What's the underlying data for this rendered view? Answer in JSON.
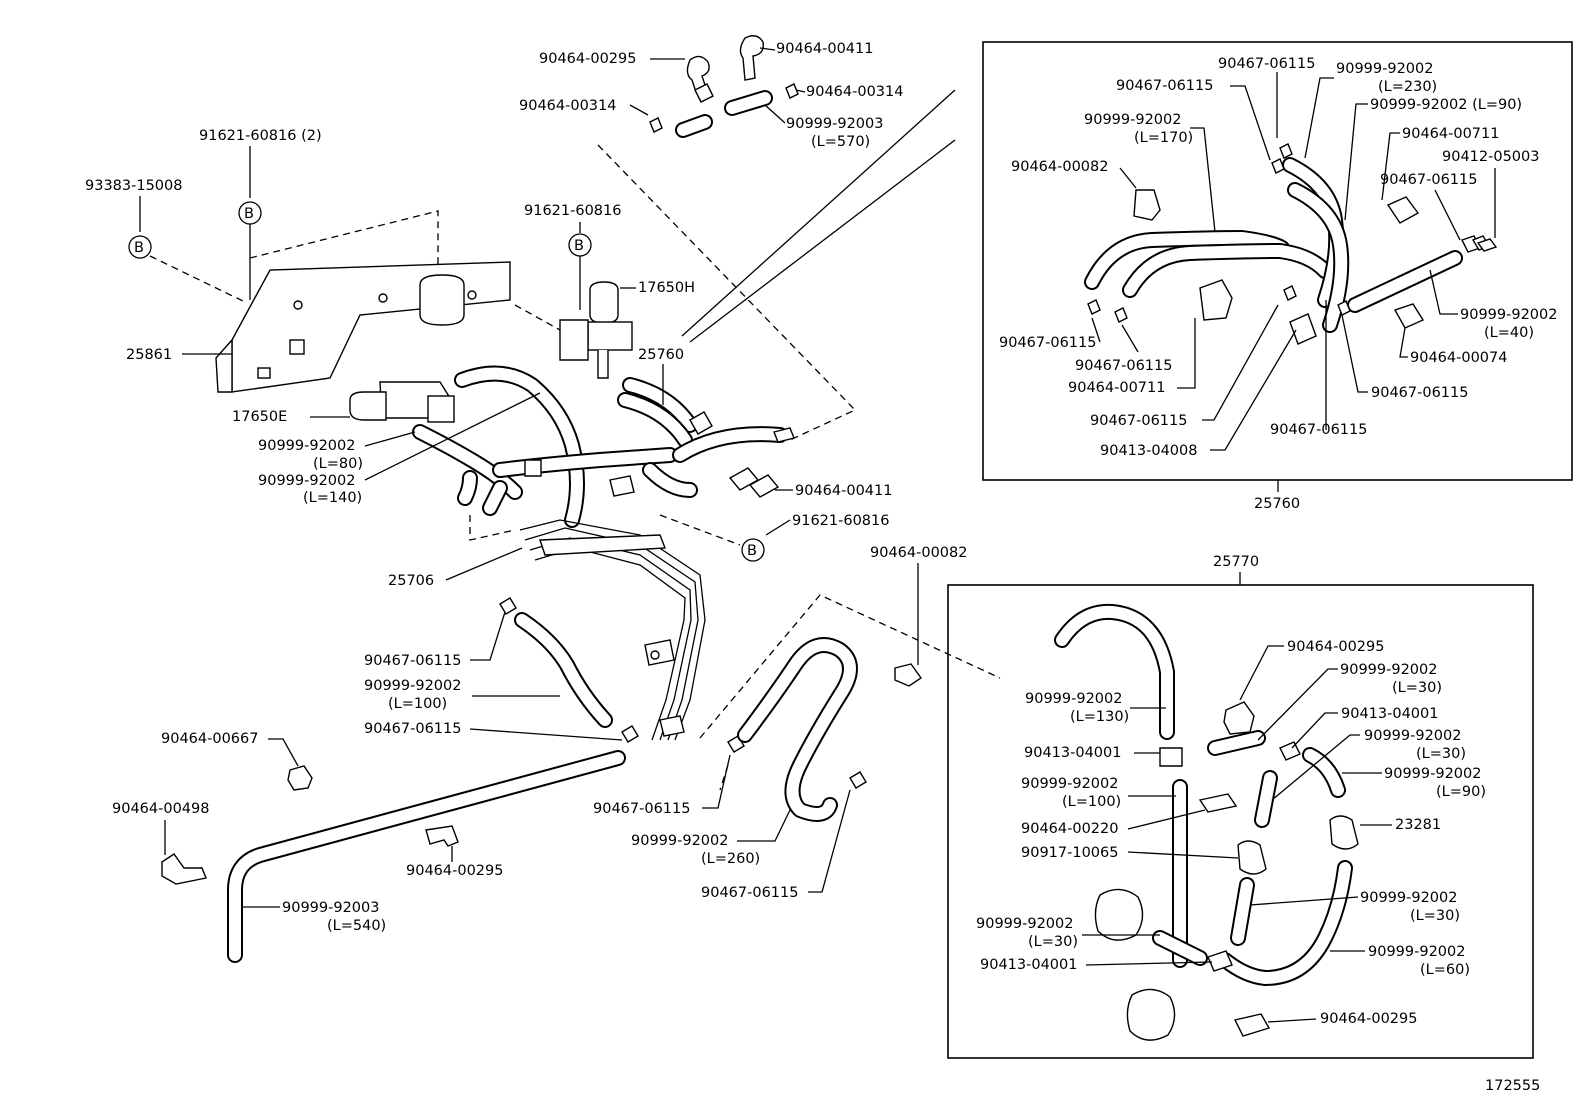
{
  "diagram_number": "172555",
  "refs": {
    "b": "B",
    "top_clamp": "90464-00295",
    "top_clip": "90464-00411",
    "top_clamp_small_left": "90464-00314",
    "top_clamp_small_right": "90464-00314",
    "top_hose_no": "90999-92003",
    "top_hose_len": "(L=570)",
    "bolt_b2_no": "91621-60816 (2)",
    "washer_no": "93383-15008",
    "bolt_b_no": "91621-60816",
    "vsv_h": "17650H",
    "bracket_no": "25861",
    "assy_25760_lbl": "25760",
    "vsv_e": "17650E",
    "hose_80_no": "90999-92002",
    "hose_80_len": "(L=80)",
    "hose_140_no": "90999-92002",
    "hose_140_len": "(L=140)",
    "clip_411_b": "90464-00411",
    "bolt_b3_no": "91621-60816",
    "pipe_no": "25706",
    "clamp_082_b": "90464-00082",
    "clamp_6115_a": "90467-06115",
    "hose_100_no": "90999-92002",
    "hose_100_len": "(L=100)",
    "clamp_6115_b": "90467-06115",
    "clamp_667": "90464-00667",
    "clamp_498": "90464-00498",
    "clamp_295_b": "90464-00295",
    "hose_540_no": "90999-92003",
    "hose_540_len": "(L=540)",
    "clamp_6115_c": "90467-06115",
    "hose_260_no": "90999-92002",
    "hose_260_len": "(L=260)",
    "clamp_6115_d": "90467-06115"
  },
  "box_25760": {
    "title": "25760",
    "a1": "90467-06115",
    "a2": "90467-06115",
    "h230_no": "90999-92002",
    "h230_len": "(L=230)",
    "h90_no": "90999-92002 (L=90)",
    "h170_no": "90999-92002",
    "h170_len": "(L=170)",
    "c711_a": "90464-00711",
    "v5003": "90412-05003",
    "c082": "90464-00082",
    "c6115_r": "90467-06115",
    "c6115_bl1": "90467-06115",
    "c6115_bl2": "90467-06115",
    "c711_b": "90464-00711",
    "h40_no": "90999-92002",
    "h40_len": "(L=40)",
    "c074": "90464-00074",
    "c6115_r2": "90467-06115",
    "c6115_bm": "90467-06115",
    "c6115_bm2": "90467-06115",
    "v4008": "90413-04008"
  },
  "box_25770": {
    "title": "25770",
    "h130_no": "90999-92002",
    "h130_len": "(L=130)",
    "c295_t": "90464-00295",
    "h30a_no": "90999-92002",
    "h30a_len": "(L=30)",
    "v4001_a": "90413-04001",
    "v4001_b": "90413-04001",
    "h30b_no": "90999-92002",
    "h30b_len": "(L=30)",
    "h90_no": "90999-92002",
    "h90_len": "(L=90)",
    "h100_no": "90999-92002",
    "h100_len": "(L=100)",
    "c220": "90464-00220",
    "p23281": "23281",
    "f10065": "90917-10065",
    "h30c_no": "90999-92002",
    "h30c_len": "(L=30)",
    "h30d_no": "90999-92002",
    "h30d_len": "(L=30)",
    "v4001_c": "90413-04001",
    "h60_no": "90999-92002",
    "h60_len": "(L=60)",
    "c295_b": "90464-00295"
  }
}
